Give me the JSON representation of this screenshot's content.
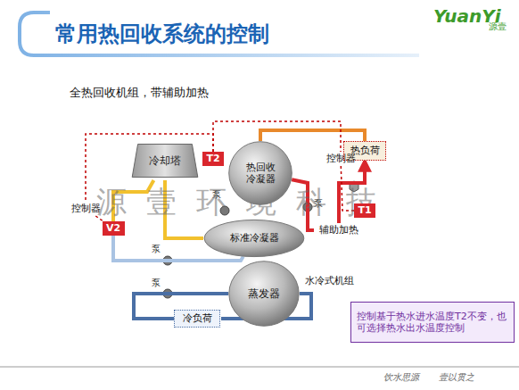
{
  "diagram": {
    "title": "常用热回收系统的控制",
    "nodes": [
      {
        "text": [
          "冷却塔"
        ]
      },
      {
        "text": [
          "控制器"
        ]
      },
      {
        "text": [
          "V2"
        ]
      },
      {
        "text": [
          "T2"
        ]
      },
      {
        "text": [
          "热回收冷凝器"
        ]
      },
      {
        "text": [
          "标准冷凝器"
        ]
      },
      {
        "text": [
          "蒸发器"
        ]
      },
      {
        "text": [
          "冷负荷"
        ]
      },
      {
        "text": [
          "热负荷"
        ]
      },
      {
        "text": [
          "控制器"
        ]
      },
      {
        "text": [
          "辅助加热"
        ]
      },
      {
        "text": [
          "T1"
        ]
      },
      {
        "text": [
          "控制基于热水进水温度T2不变，也可选择热水出水温度控制"
        ]
      }
    ],
    "edges": [
      {
        "from": 0,
        "to": 5,
        "arrow": "none"
      },
      {
        "from": 0,
        "to": 2,
        "arrow": "none"
      },
      {
        "from": 2,
        "to": 5,
        "arrow": "none"
      },
      {
        "from": 4,
        "to": 8,
        "arrow": "none"
      },
      {
        "from": 4,
        "to": 10,
        "arrow": "none"
      },
      {
        "from": 10,
        "to": 8,
        "arrow": "to"
      },
      {
        "from": 6,
        "to": 7,
        "arrow": "none"
      },
      {
        "from": 3,
        "to": 1,
        "arrow": "none"
      },
      {
        "from": 1,
        "to": 2,
        "arrow": "none"
      },
      {
        "from": 3,
        "to": 9,
        "arrow": "none"
      },
      {
        "from": 9,
        "to": 11,
        "arrow": "none"
      }
    ],
    "labels": [
      "全热回收机组，带辅助加热",
      "泵",
      "泵",
      "泵",
      "泵",
      "水冷式机组",
      "源壹环境科技",
      "YuanYi",
      "源壹",
      "饮水思源",
      "壹以贯之"
    ]
  }
}
